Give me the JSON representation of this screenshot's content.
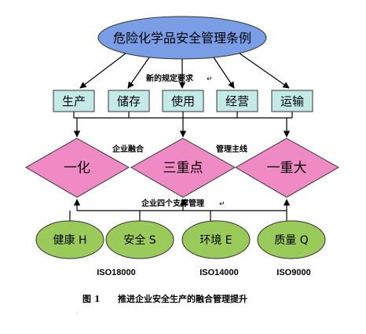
{
  "title": "危险化学品安全管理条例",
  "labels": {
    "requirements": "新的规定要求",
    "integration": "企业融合",
    "mainline": "管理主线",
    "support": "企业四个支撑管理"
  },
  "links": [
    "生产",
    "储存",
    "使用",
    "经营",
    "运输"
  ],
  "diamonds": [
    "一化",
    "三重点",
    "一重大"
  ],
  "supports": [
    {
      "label": "健康 H"
    },
    {
      "label": "安全 S"
    },
    {
      "label": "环境 E"
    },
    {
      "label": "质量 Q"
    }
  ],
  "standards": [
    "ISO18000",
    "ISO14000",
    "ISO9000"
  ],
  "caption": {
    "number": "图 1",
    "text": "推进企业安全生产的融合管理提升"
  },
  "colors": {
    "ellipse_top": "#7a9ee6",
    "box_fill": "#c4eae8",
    "diamond_fill": "#f08ac4",
    "support_fill": "#9acb5a"
  }
}
